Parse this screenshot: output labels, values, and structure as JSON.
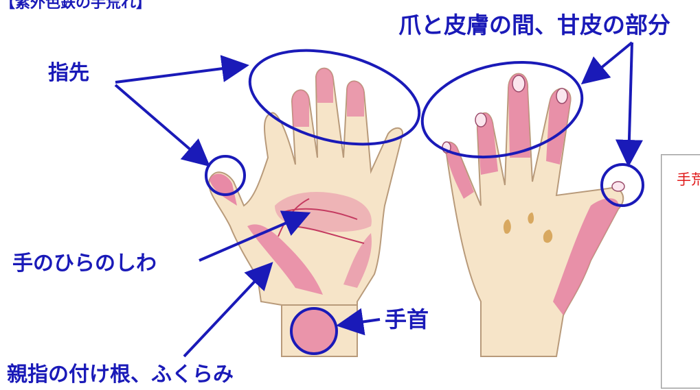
{
  "header": {
    "text": "【紫外色鉄の手荒れ】"
  },
  "labels": {
    "fingertips": "指先",
    "nail_cuticle": "爪と皮膚の間、甘皮の部分",
    "palm_creases": "手のひらのしわ",
    "wrist": "手首",
    "thumb_base": "親指の付け根、ふくらみ"
  },
  "side_panel": {
    "text": "手荒"
  },
  "colors": {
    "annotation": "#1a1ab8",
    "skin": "#f6e4c8",
    "redness": "#e57aa0",
    "side_text": "#e01a1a"
  }
}
